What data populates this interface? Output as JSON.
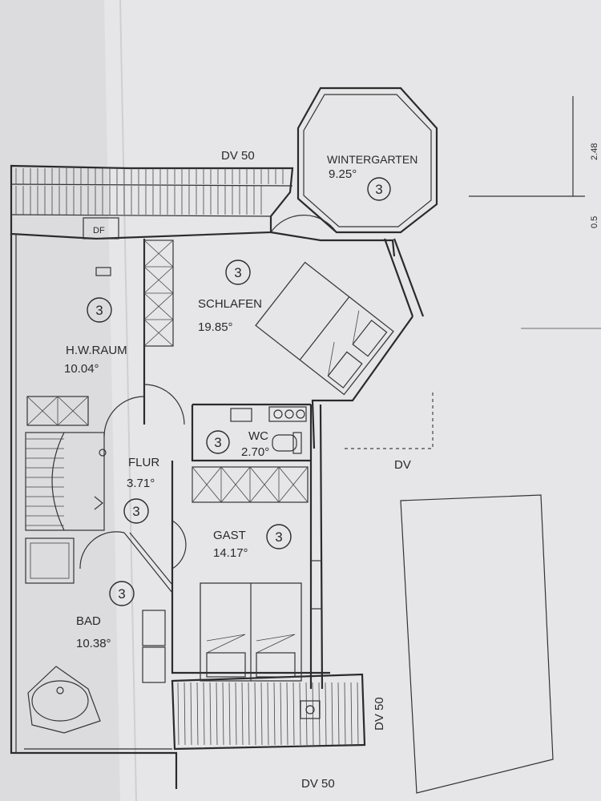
{
  "rooms": [
    {
      "id": "wintergarten",
      "name": "WINTERGARTEN",
      "area": "9.25°",
      "marker": "3"
    },
    {
      "id": "schlafen",
      "name": "SCHLAFEN",
      "area": "19.85°",
      "marker": "3"
    },
    {
      "id": "hwraum",
      "name": "H.W.RAUM",
      "area": "10.04°",
      "marker": "3"
    },
    {
      "id": "wc",
      "name": "WC",
      "area": "2.70°",
      "marker": "3"
    },
    {
      "id": "flur",
      "name": "FLUR",
      "area": "3.71°",
      "marker": "3"
    },
    {
      "id": "gast",
      "name": "GAST",
      "area": "14.17°",
      "marker": "3"
    },
    {
      "id": "bad",
      "name": "BAD",
      "area": "10.38°",
      "marker": "3"
    }
  ],
  "labels": {
    "dv_top": "DV 50",
    "dv_right": "DV",
    "dv_side": "DV 50",
    "dv_bottom": "DV 50",
    "df": "DF",
    "dim_248": "2.48",
    "dim_015": "0.5"
  }
}
